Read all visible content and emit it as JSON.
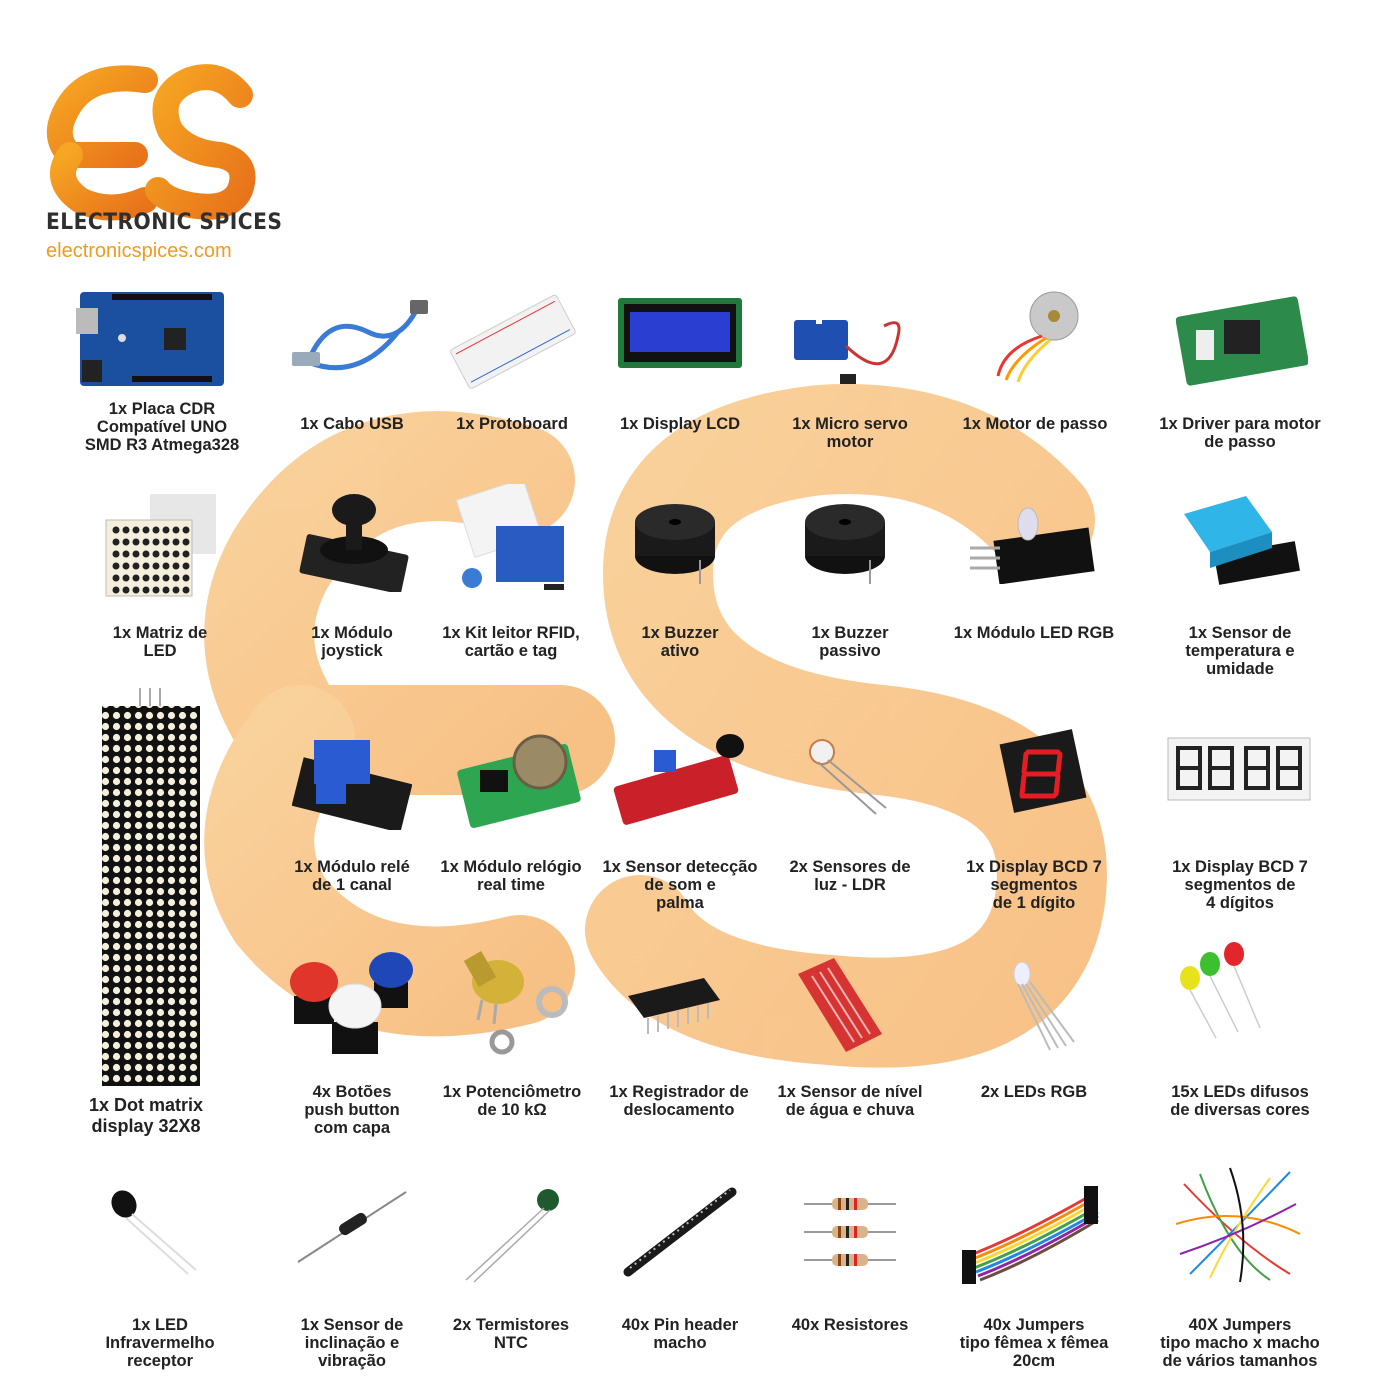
{
  "brand": {
    "name": "ELECTRONIC SPICES",
    "website": "electronicspices.com",
    "colors": {
      "orange": "#f29a22",
      "orange_dark": "#e8731a",
      "text": "#222222"
    }
  },
  "items": [
    {
      "id": "uno",
      "label": "1x Placa CDR\nCompatível UNO\nSMD R3 Atmega328",
      "icon": "arduino-board-icon"
    },
    {
      "id": "usb",
      "label": "1x Cabo USB",
      "icon": "usb-cable-icon"
    },
    {
      "id": "protoboard",
      "label": "1x Protoboard",
      "icon": "breadboard-icon"
    },
    {
      "id": "lcd",
      "label": "1x Display LCD",
      "icon": "lcd-display-icon"
    },
    {
      "id": "servo",
      "label": "1x Micro servo\nmotor",
      "icon": "servo-motor-icon"
    },
    {
      "id": "stepper",
      "label": "1x Motor de passo",
      "icon": "stepper-motor-icon"
    },
    {
      "id": "driver",
      "label": "1x Driver para motor\nde passo",
      "icon": "motor-driver-icon"
    },
    {
      "id": "matrix",
      "label": "1x Matriz de\nLED",
      "icon": "led-matrix-icon"
    },
    {
      "id": "joystick",
      "label": "1x Módulo\njoystick",
      "icon": "joystick-icon"
    },
    {
      "id": "rfid",
      "label": "1x Kit leitor RFID,\ncartão e tag",
      "icon": "rfid-kit-icon"
    },
    {
      "id": "buzzer-active",
      "label": "1x Buzzer\nativo",
      "icon": "buzzer-icon"
    },
    {
      "id": "buzzer-passive",
      "label": "1x Buzzer\npassivo",
      "icon": "buzzer-icon"
    },
    {
      "id": "rgb-module",
      "label": "1x Módulo LED RGB",
      "icon": "rgb-module-icon"
    },
    {
      "id": "dht",
      "label": "1x Sensor de\ntemperatura e\numidade",
      "icon": "dht-sensor-icon"
    },
    {
      "id": "dotmatrix",
      "label": "1x Dot matrix\ndisplay 32X8",
      "icon": "dot-matrix-display-icon"
    },
    {
      "id": "relay",
      "label": "1x Módulo relé\nde 1 canal",
      "icon": "relay-module-icon"
    },
    {
      "id": "rtc",
      "label": "1x Módulo relógio\nreal time",
      "icon": "rtc-module-icon"
    },
    {
      "id": "sound",
      "label": "1x Sensor detecção\nde som e\npalma",
      "icon": "sound-sensor-icon"
    },
    {
      "id": "ldr",
      "label": "2x Sensores de\nluz - LDR",
      "icon": "ldr-icon"
    },
    {
      "id": "seg1",
      "label": "1x Display BCD 7\nsegmentos\nde 1 dígito",
      "icon": "seven-segment-icon"
    },
    {
      "id": "seg4",
      "label": "1x Display BCD 7\nsegmentos de\n4 dígitos",
      "icon": "four-digit-display-icon"
    },
    {
      "id": "buttons",
      "label": "4x Botões\npush button\ncom capa",
      "icon": "push-button-icon"
    },
    {
      "id": "pot",
      "label": "1x Potenciômetro\nde 10 kΩ",
      "icon": "potentiometer-icon"
    },
    {
      "id": "shift",
      "label": "1x Registrador de\ndeslocamento",
      "icon": "ic-chip-icon"
    },
    {
      "id": "water",
      "label": "1x Sensor de nível\nde água e chuva",
      "icon": "water-sensor-icon"
    },
    {
      "id": "rgb-leds",
      "label": "2x LEDs RGB",
      "icon": "rgb-led-icon"
    },
    {
      "id": "leds",
      "label": "15x LEDs difusos\nde diversas cores",
      "icon": "leds-icon"
    },
    {
      "id": "ir",
      "label": "1x LED\nInfravermelho\nreceptor",
      "icon": "ir-receiver-icon"
    },
    {
      "id": "tilt",
      "label": "1x Sensor de\ninclinação e\nvibração",
      "icon": "tilt-sensor-icon"
    },
    {
      "id": "ntc",
      "label": "2x Termistores\nNTC",
      "icon": "thermistor-icon"
    },
    {
      "id": "header",
      "label": "40x Pin header\nmacho",
      "icon": "pin-header-icon"
    },
    {
      "id": "resistors",
      "label": "40x Resistores",
      "icon": "resistor-icon"
    },
    {
      "id": "jumpers-ff",
      "label": "40x Jumpers\ntipo fêmea x fêmea\n20cm",
      "icon": "jumper-wires-icon"
    },
    {
      "id": "jumpers-mm",
      "label": "40X Jumpers\ntipo macho x macho\nde vários tamanhos",
      "icon": "jumper-bundle-icon"
    }
  ]
}
